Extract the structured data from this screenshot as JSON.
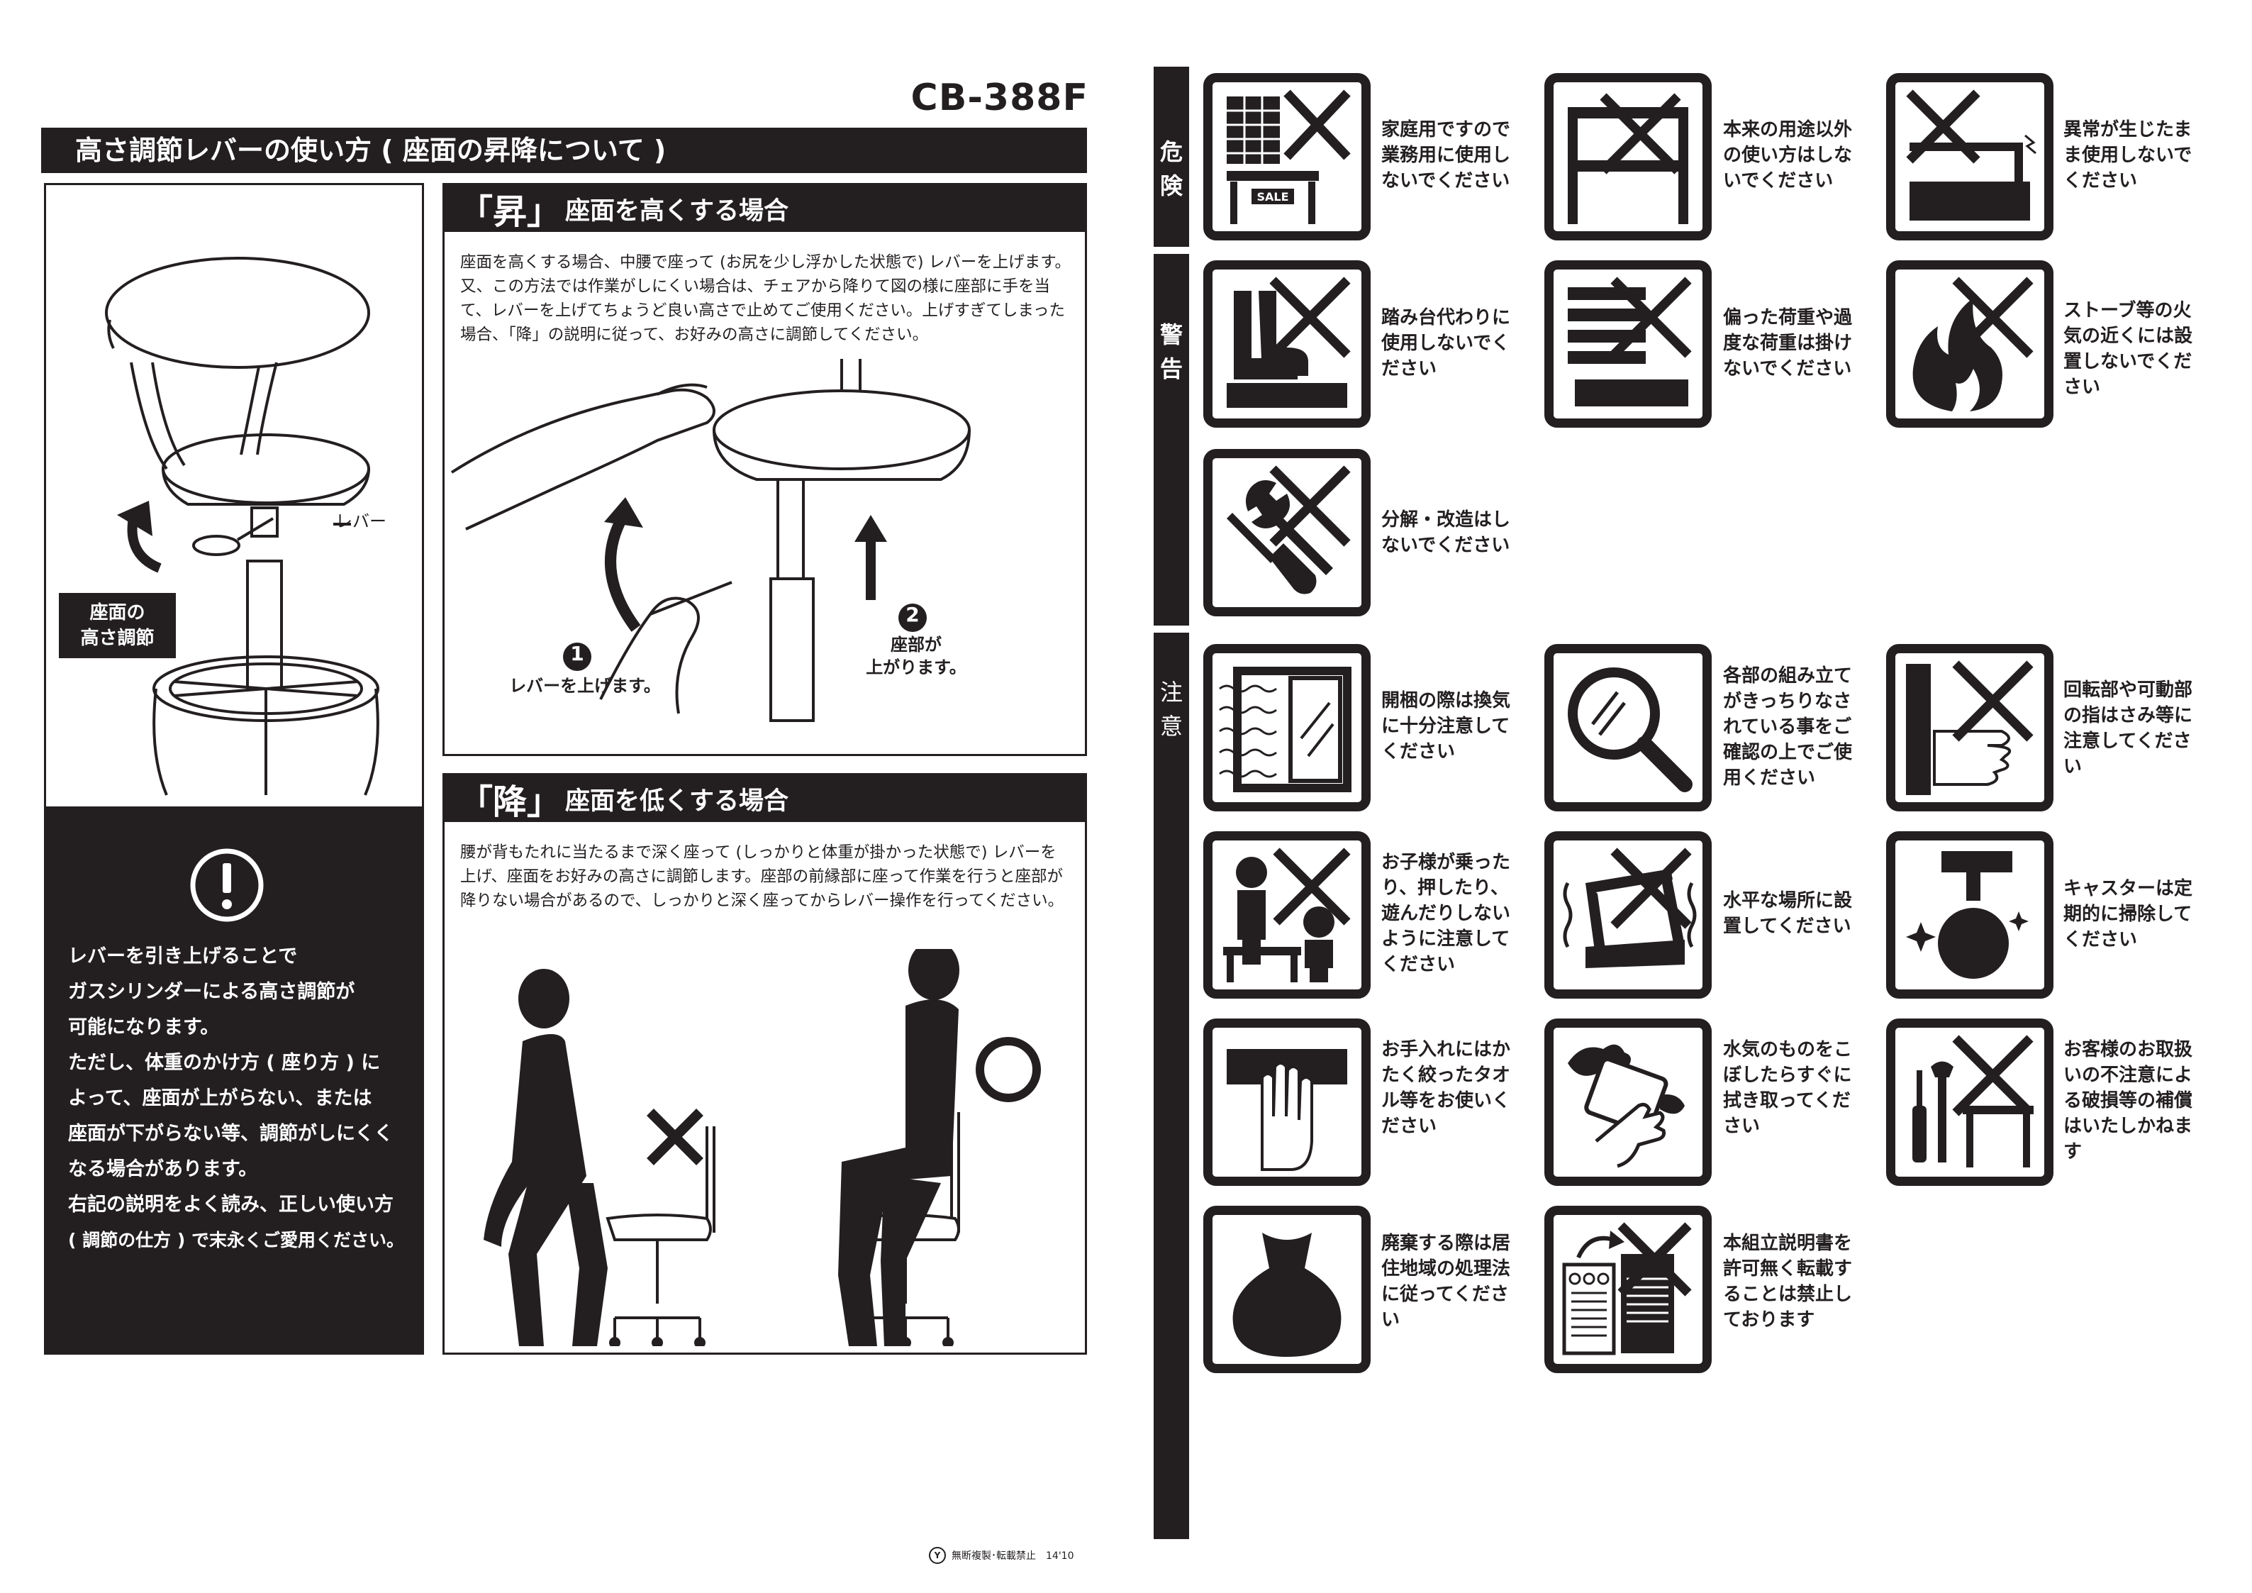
{
  "model": "CB-388F",
  "main_heading": "高さ調節レバーの使い方 ( 座面の昇降について )",
  "stool": {
    "lever_label": "レバー",
    "height_label_line1": "座面の",
    "height_label_line2": "高さ調節"
  },
  "notice": {
    "icon": "exclamation-circle-icon",
    "lines": [
      "レバーを引き上げることで",
      "ガスシリンダーによる高さ調節が",
      "可能になります。",
      "ただし、体重のかけ方 ( 座り方 ) に",
      "よって、座面が上がらない、または",
      "座面が下がらない等、調節がしにくく",
      "なる場合があります。",
      "右記の説明をよく読み、正しい使い方",
      "( 調節の仕方 ) で末永くご愛用ください。"
    ]
  },
  "raise": {
    "kanji": "「昇」",
    "title": "座面を高くする場合",
    "text": "座面を高くする場合、中腰で座って (お尻を少し浮かした状態で) レバーを上げます。又、この方法では作業がしにくい場合は、チェアから降りて図の様に座部に手を当て、レバーを上げてちょうど良い高さで止めてご使用ください。上げすぎてしまった場合、「降」の説明に従って、お好みの高さに調節してください。",
    "step1_num": "1",
    "step1_label": "レバーを上げます。",
    "step2_num": "2",
    "step2_line1": "座部が",
    "step2_line2": "上がります。"
  },
  "lower": {
    "kanji": "「降」",
    "title": "座面を低くする場合",
    "text": "腰が背もたれに当たるまで深く座って (しっかりと体重が掛かった状態で) レバーを上げ、座面をお好みの高さに調節します。座部の前縁部に座って作業を行うと座部が降りない場合があるので、しっかりと深く座ってからレバー操作を行ってください。"
  },
  "categories": {
    "danger": [
      "危",
      "険"
    ],
    "warning": [
      "警",
      "告"
    ],
    "caution": [
      "注",
      "意"
    ]
  },
  "warnings": [
    {
      "icon": "store-shelf-no-icon",
      "text": "家庭用ですので業務用に使用しないでください",
      "sale_tag": "SALE"
    },
    {
      "icon": "table-misuse-no-icon",
      "text": "本来の用途以外の使い方はしないでください"
    },
    {
      "icon": "broken-desk-no-icon",
      "text": "異常が生じたまま使用しないでください"
    },
    {
      "icon": "step-stool-no-icon",
      "text": "踏み台代わりに使用しないでください"
    },
    {
      "icon": "heavy-load-no-icon",
      "text": "偏った荷重や過度な荷重は掛けないでください"
    },
    {
      "icon": "fire-no-icon",
      "text": "ストーブ等の火気の近くには設置しないでください"
    },
    {
      "icon": "tools-modify-no-icon",
      "text": "分解・改造はしないでください"
    },
    {
      "icon": "ventilation-window-icon",
      "text": "開梱の際は換気に十分注意してください"
    },
    {
      "icon": "magnifier-inspect-icon",
      "text": "各部の組み立てがきっちりなされている事をご確認の上でご使用ください"
    },
    {
      "icon": "pinch-finger-no-icon",
      "text": "回転部や可動部の指はさみ等に注意してください"
    },
    {
      "icon": "children-no-icon",
      "text": "お子様が乗ったり、押したり、遊んだりしないように注意してください"
    },
    {
      "icon": "level-floor-icon",
      "text": "水平な場所に設置してください"
    },
    {
      "icon": "caster-clean-icon",
      "text": "キャスターは定期的に掃除してください"
    },
    {
      "icon": "cloth-wipe-icon",
      "text": "お手入れにはかたく絞ったタオル等をお使いください"
    },
    {
      "icon": "wipe-spill-icon",
      "text": "水気のものをこぼしたらすぐに拭き取ってください"
    },
    {
      "icon": "misuse-liability-icon",
      "text": "お客様のお取扱いの不注意による破損等の補償はいたしかねます"
    },
    {
      "icon": "disposal-bag-icon",
      "text": "廃棄する際は居住地域の処理法に従ってください"
    },
    {
      "icon": "copy-prohibited-icon",
      "text": "本組立説明書を許可無く転載することは禁止しております"
    }
  ],
  "footer": {
    "mark": "Y",
    "text": "無断複製･転載禁止　14'10"
  }
}
